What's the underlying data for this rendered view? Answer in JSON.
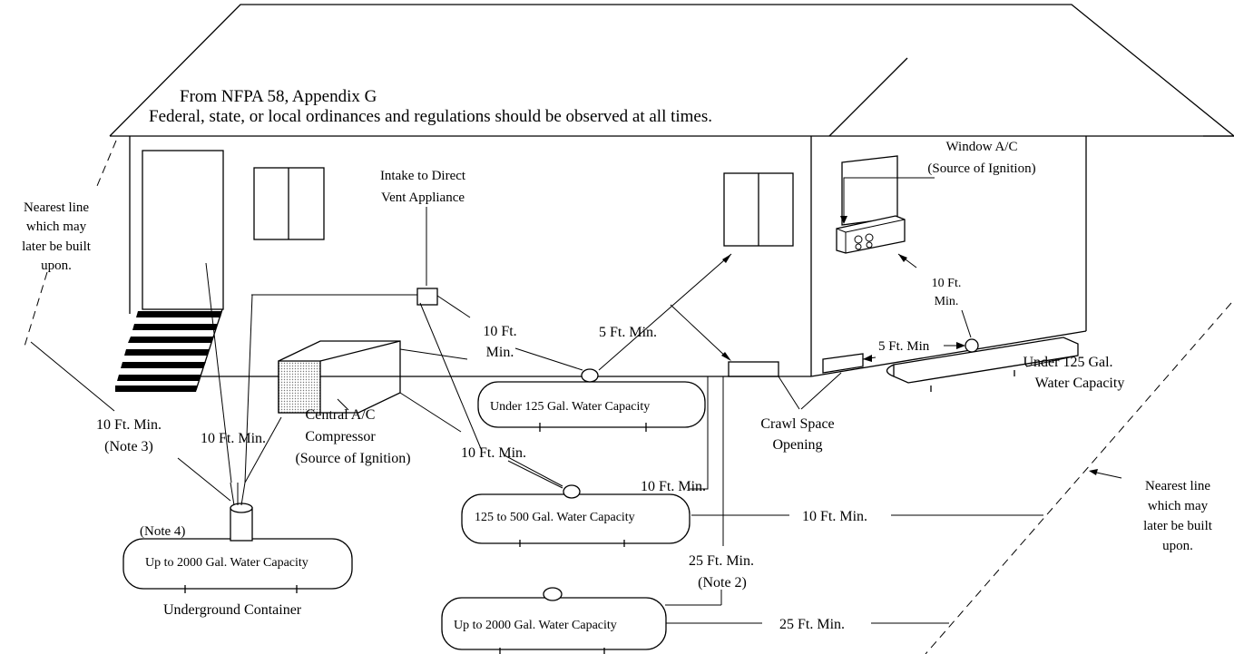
{
  "header": {
    "source": "From NFPA 58, Appendix G",
    "notice": "Federal, state, or local ordinances and regulations should be observed at all times."
  },
  "labels": {
    "nearest_line_left": [
      "Nearest line",
      "which may",
      "later be built",
      "upon."
    ],
    "nearest_line_right": [
      "Nearest line",
      "which may",
      "later be built",
      "upon."
    ],
    "intake": [
      "Intake to Direct",
      "Vent Appliance"
    ],
    "window_ac": [
      "Window A/C",
      "(Source of Ignition)"
    ],
    "central_ac": [
      "Central A/C",
      "Compressor",
      "(Source of Ignition)"
    ],
    "crawl_space": [
      "Crawl Space",
      "Opening"
    ],
    "underground_container": "Underground Container",
    "note4": "(Note 4)"
  },
  "distances": {
    "ten_min_intake": [
      "10 Ft.",
      "Min."
    ],
    "five_min_window": "5 Ft. Min.",
    "ten_min_window_ac": [
      "10 Ft.",
      "Min."
    ],
    "five_min_crawl_right": "5 Ft. Min",
    "ten_min_note3": [
      "10 Ft. Min.",
      "(Note 3)"
    ],
    "ten_min_left": "10 Ft. Min.",
    "ten_min_center": "10 Ft. Min.",
    "ten_min_mid": "10 Ft. Min.",
    "ten_min_line": "10 Ft. Min.",
    "twentyfive_note2": [
      "25 Ft. Min.",
      "(Note 2)"
    ],
    "twentyfive_line": "25 Ft. Min."
  },
  "tanks": {
    "under125_center": "Under 125 Gal. Water Capacity",
    "under125_right": [
      "Under 125 Gal.",
      "Water Capacity"
    ],
    "t125_500": "125 to 500 Gal. Water Capacity",
    "upto2000_underground": "Up to 2000 Gal. Water Capacity",
    "upto2000_bottom": "Up to 2000 Gal. Water Capacity"
  }
}
